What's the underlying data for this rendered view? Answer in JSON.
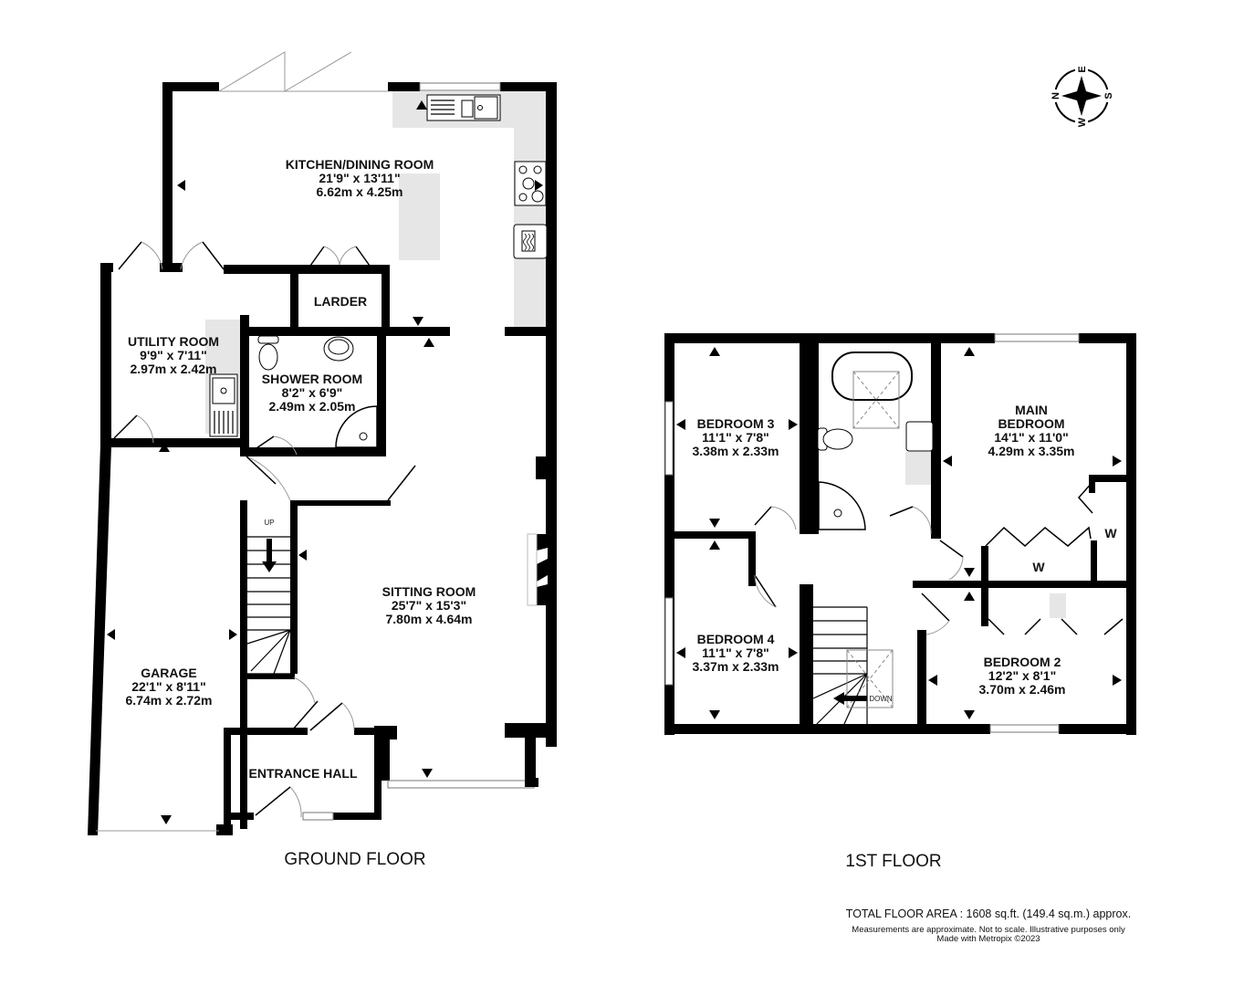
{
  "ground_floor": {
    "title": "GROUND FLOOR",
    "rooms": {
      "kitchen": {
        "name": "KITCHEN/DINING ROOM",
        "imperial": "21'9\"  x 13'11\"",
        "metric": "6.62m  x 4.25m"
      },
      "larder": {
        "name": "LARDER"
      },
      "utility": {
        "name": "UTILITY ROOM",
        "imperial": "9'9\"  x 7'11\"",
        "metric": "2.97m  x 2.42m"
      },
      "shower": {
        "name": "SHOWER ROOM",
        "imperial": "8'2\"  x 6'9\"",
        "metric": "2.49m  x 2.05m"
      },
      "sitting": {
        "name": "SITTING ROOM",
        "imperial": "25'7\"  x 15'3\"",
        "metric": "7.80m  x 4.64m"
      },
      "garage": {
        "name": "GARAGE",
        "imperial": "22'1\"  x 8'11\"",
        "metric": "6.74m  x 2.72m"
      },
      "entrance": {
        "name": "ENTRANCE HALL"
      }
    },
    "stairs_label": "UP"
  },
  "first_floor": {
    "title": "1ST FLOOR",
    "rooms": {
      "bedroom3": {
        "name": "BEDROOM 3",
        "imperial": "11'1\"  x 7'8\"",
        "metric": "3.38m  x 2.33m"
      },
      "main_bedroom": {
        "name_line1": "MAIN",
        "name_line2": "BEDROOM",
        "imperial": "14'1\"  x 11'0\"",
        "metric": "4.29m  x 3.35m"
      },
      "bedroom4": {
        "name": "BEDROOM 4",
        "imperial": "11'1\"  x 7'8\"",
        "metric": "3.37m  x 2.33m"
      },
      "bedroom2": {
        "name": "BEDROOM 2",
        "imperial": "12'2\"  x 8'1\"",
        "metric": "3.70m  x 2.46m"
      }
    },
    "wardrobe_label_1": "W",
    "wardrobe_label_2": "W",
    "stairs_label": "DOWN"
  },
  "compass": {
    "n": "N",
    "e": "E",
    "s": "S",
    "w": "W",
    "icon": "compass-rose-icon"
  },
  "footer": {
    "total_area": "TOTAL FLOOR AREA : 1608 sq.ft. (149.4 sq.m.) approx.",
    "disclaimer": "Measurements are approximate.  Not to scale.  Illustrative purposes only",
    "credit": "Made with Metropix ©2023"
  },
  "colors": {
    "wall": "#000000",
    "fixture": "#e6e6e6",
    "window": "#ffffff"
  }
}
